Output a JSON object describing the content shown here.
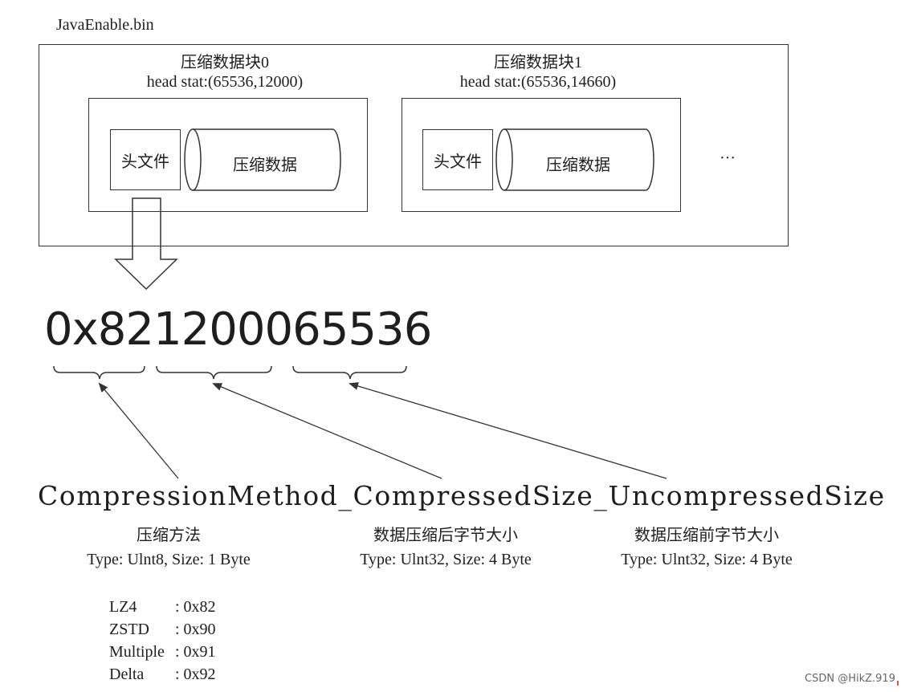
{
  "file": {
    "name": "JavaEnable.bin"
  },
  "blocks": [
    {
      "title": "压缩数据块0",
      "head_stat": "head stat:(65536,12000)",
      "header_label": "头文件",
      "data_label": "压缩数据"
    },
    {
      "title": "压缩数据块1",
      "head_stat": "head stat:(65536,14660)",
      "header_label": "头文件",
      "data_label": "压缩数据"
    }
  ],
  "ellipsis": "···",
  "hex_value": "0x821200065536",
  "format_string": "CompressionMethod_CompressedSize_UncompressedSize",
  "fields": [
    {
      "name_cn": "压缩方法",
      "type_info": "Type: Ulnt8, Size: 1 Byte"
    },
    {
      "name_cn": "数据压缩后字节大小",
      "type_info": "Type: Ulnt32, Size: 4 Byte"
    },
    {
      "name_cn": "数据压缩前字节大小",
      "type_info": "Type: Ulnt32, Size: 4 Byte"
    }
  ],
  "methods": [
    {
      "name": "LZ4",
      "code": ": 0x82"
    },
    {
      "name": "ZSTD",
      "code": ": 0x90"
    },
    {
      "name": "Multiple",
      "code": ": 0x91"
    },
    {
      "name": "Delta",
      "code": ": 0x92"
    }
  ],
  "watermark": "CSDN @HikZ.919",
  "colors": {
    "stroke": "#333333",
    "text": "#1e1e1e",
    "watermark": "#666666"
  }
}
